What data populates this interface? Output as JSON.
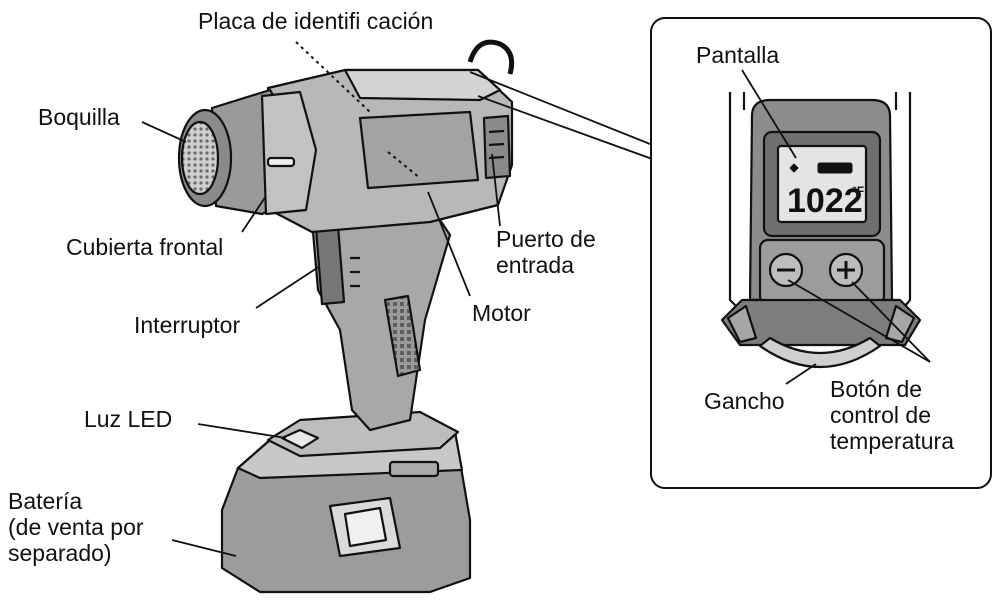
{
  "labels": {
    "placa": "Placa de identifi cación",
    "boquilla": "Boquilla",
    "cubierta": "Cubierta frontal",
    "interruptor": "Interruptor",
    "luz_led": "Luz LED",
    "bateria": [
      "Batería",
      "(de venta por",
      "separado)"
    ],
    "motor": "Motor",
    "puerto": [
      "Puerto de",
      "entrada"
    ],
    "pantalla": "Pantalla",
    "gancho": "Gancho",
    "boton": [
      "Botón de",
      "control de",
      "temperatura"
    ]
  },
  "display": {
    "reading": "1022",
    "unit": "°F"
  },
  "colors": {
    "line": "#111111",
    "body_dark": "#8a8a8a",
    "body_mid": "#b5b5b5",
    "body_light": "#d6d6d6",
    "lcd": "#e4e4e4"
  }
}
